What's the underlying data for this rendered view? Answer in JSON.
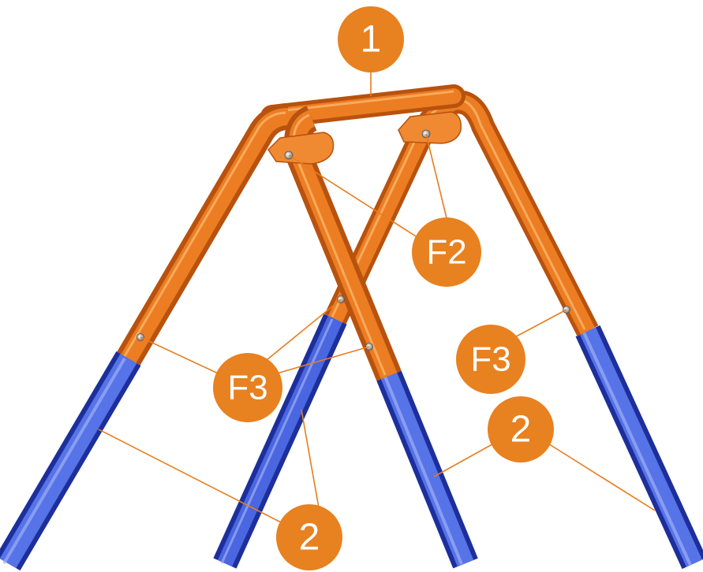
{
  "colors": {
    "frame_orange": "#e8741c",
    "frame_orange_dark": "#b8520e",
    "frame_orange_light": "#f7a24f",
    "leg_blue": "#2e4fd6",
    "leg_blue_dark": "#1c2f9a",
    "leg_blue_light": "#6f8af0",
    "badge_fill": "#e8811f",
    "badge_text": "#ffffff",
    "callout_line": "#e87d1e"
  },
  "callouts": {
    "top_bar": "1",
    "bracket_left": "F2",
    "bolt_center": "F3",
    "bolt_right": "F3",
    "leg_left": "2",
    "leg_right": "2"
  }
}
